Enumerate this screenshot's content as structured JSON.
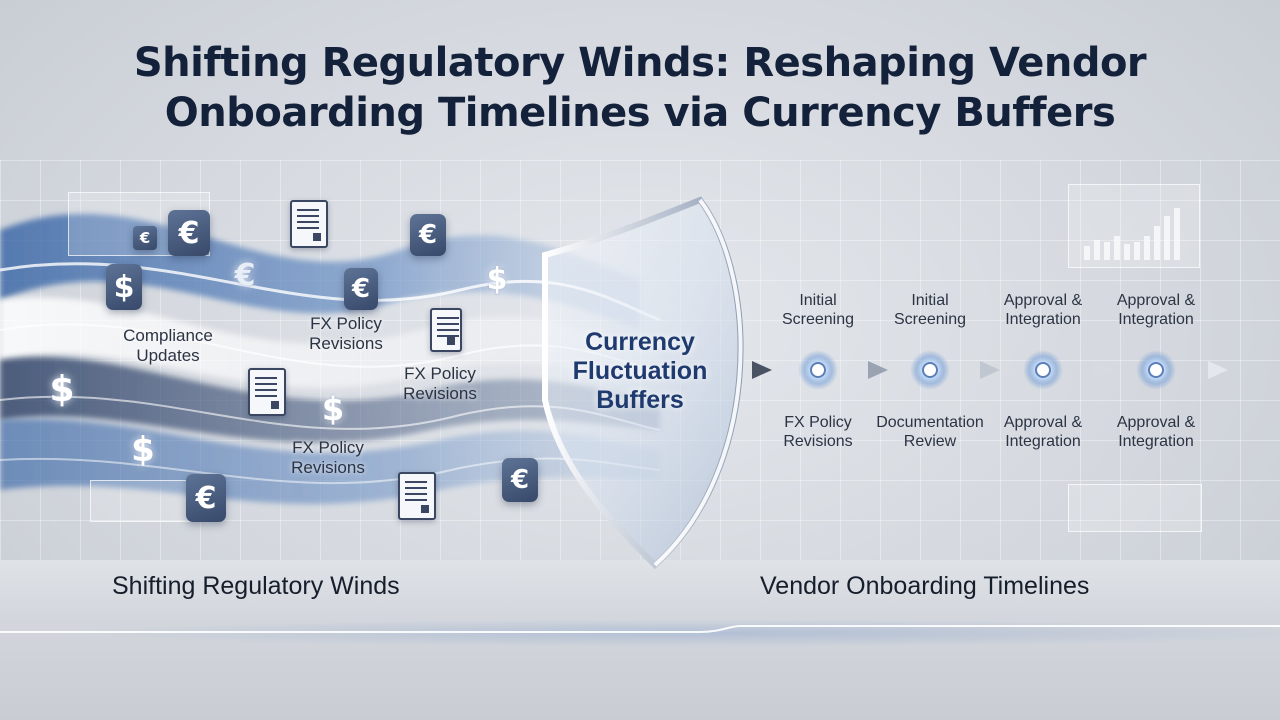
{
  "title": {
    "line1": "Shifting Regulatory Winds: Reshaping Vendor",
    "line2": "Onboarding Timelines via Currency Buffers"
  },
  "wind_labels": [
    {
      "line1": "Compliance",
      "line2": "Updates"
    },
    {
      "line1": "FX Policy",
      "line2": "Revisions"
    },
    {
      "line1": "FX Policy",
      "line2": "Revisions"
    },
    {
      "line1": "FX Policy",
      "line2": "Revisions"
    }
  ],
  "shield": {
    "line1": "Currency",
    "line2": "Fluctuation",
    "line3": "Buffers"
  },
  "timeline": {
    "top": [
      {
        "line1": "Initial",
        "line2": "Screening"
      },
      {
        "line1": "Initial",
        "line2": "Screening"
      },
      {
        "line1": "Approval &",
        "line2": "Integration"
      },
      {
        "line1": "Approval &",
        "line2": "Integration"
      }
    ],
    "bottom": [
      {
        "line1": "FX Policy",
        "line2": "Revisions"
      },
      {
        "line1": "Documentation",
        "line2": "Review"
      },
      {
        "line1": "Approval &",
        "line2": "Integration"
      },
      {
        "line1": "Approval &",
        "line2": "Integration"
      }
    ]
  },
  "footer": {
    "left": "Shifting Regulatory Winds",
    "right": "Vendor Onboarding Timelines"
  },
  "icons": {
    "euro": "€",
    "dollar": "$"
  },
  "colors": {
    "title": "#14213a",
    "accent_blue": "#4a6fa8",
    "node_glow": "#cfe6ff"
  }
}
